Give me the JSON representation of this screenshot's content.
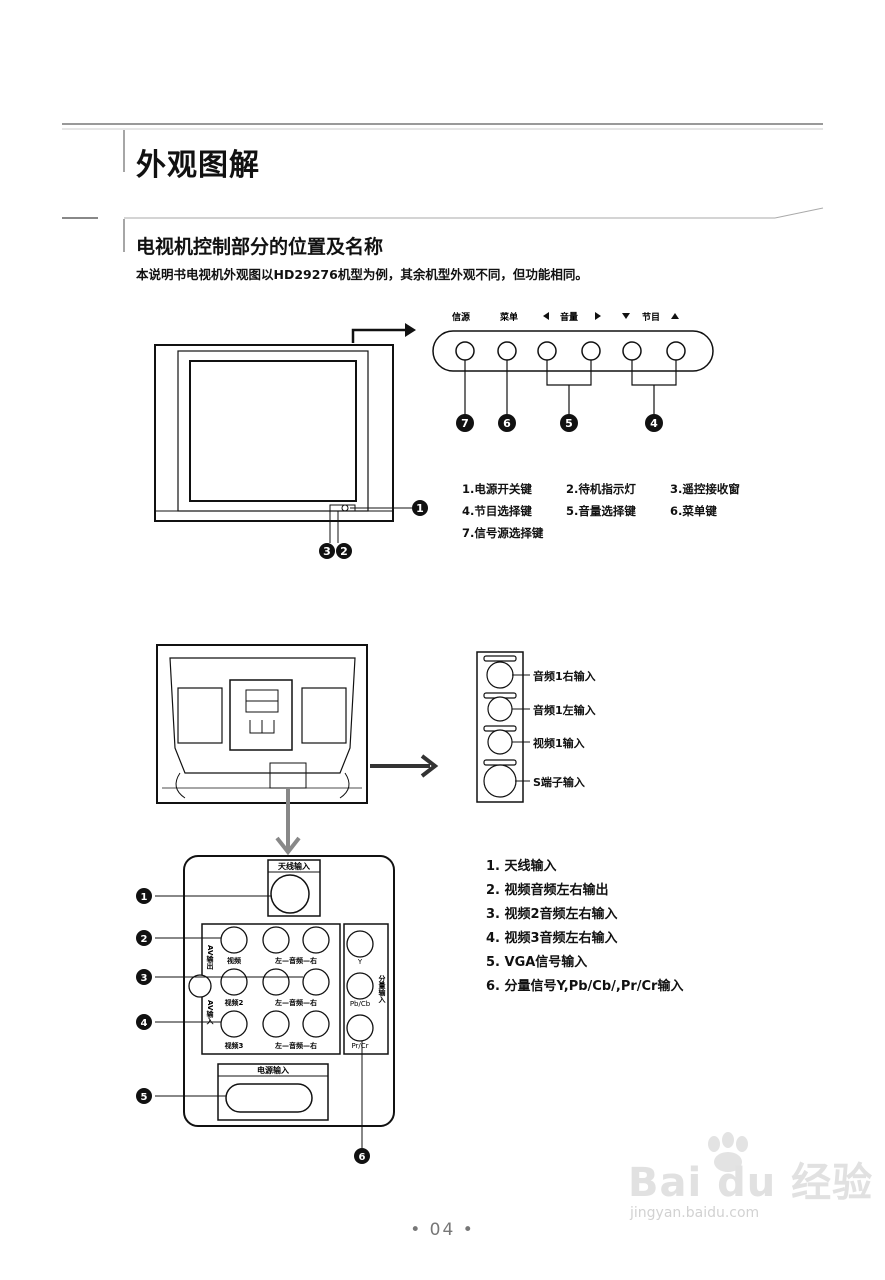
{
  "header": {
    "title": "外观图解",
    "subtitle": "电视机控制部分的位置及名称",
    "intro": "本说明书电视机外观图以HD29276机型为例，其余机型外观不同，但功能相同。"
  },
  "front_panel": {
    "top_labels": [
      "信源",
      "菜单",
      "音量",
      "节目"
    ],
    "markers": [
      "7",
      "6",
      "5",
      "4"
    ],
    "tv_markers": [
      "1",
      "3",
      "2"
    ],
    "legend": [
      "1.电源开关键",
      "2.待机指示灯",
      "3.遥控接收窗",
      "4.节目选择键",
      "5.音量选择键",
      "6.菜单键",
      "7.信号源选择键"
    ]
  },
  "side_panel": {
    "jacks": [
      "音频1右输入",
      "音频1左输入",
      "视频1输入",
      "S端子输入"
    ]
  },
  "rear_panel": {
    "antenna_label": "天线输入",
    "power_label": "电源输入",
    "row_labels": [
      "视频",
      "左—音频—右",
      "视频2",
      "左—音频—右",
      "视频3",
      "左—音频—右"
    ],
    "av_labels": [
      "AV输出",
      "AV输入"
    ],
    "component_labels": [
      "Y",
      "Pb/Cb",
      "Pr/Cr"
    ],
    "component_side": "分量输入",
    "markers": [
      "1",
      "2",
      "3",
      "4",
      "5",
      "6"
    ],
    "list": [
      "1. 天线输入",
      "2. 视频音频左右输出",
      "3. 视频2音频左右输入",
      "4. 视频3音频左右输入",
      "5. VGA信号输入",
      "6. 分量信号Y,Pb/Cb/,Pr/Cr输入"
    ]
  },
  "footer": {
    "page": "• 04 •",
    "watermark": "Bai du 经验",
    "watermark_url": "jingyan.baidu.com"
  }
}
